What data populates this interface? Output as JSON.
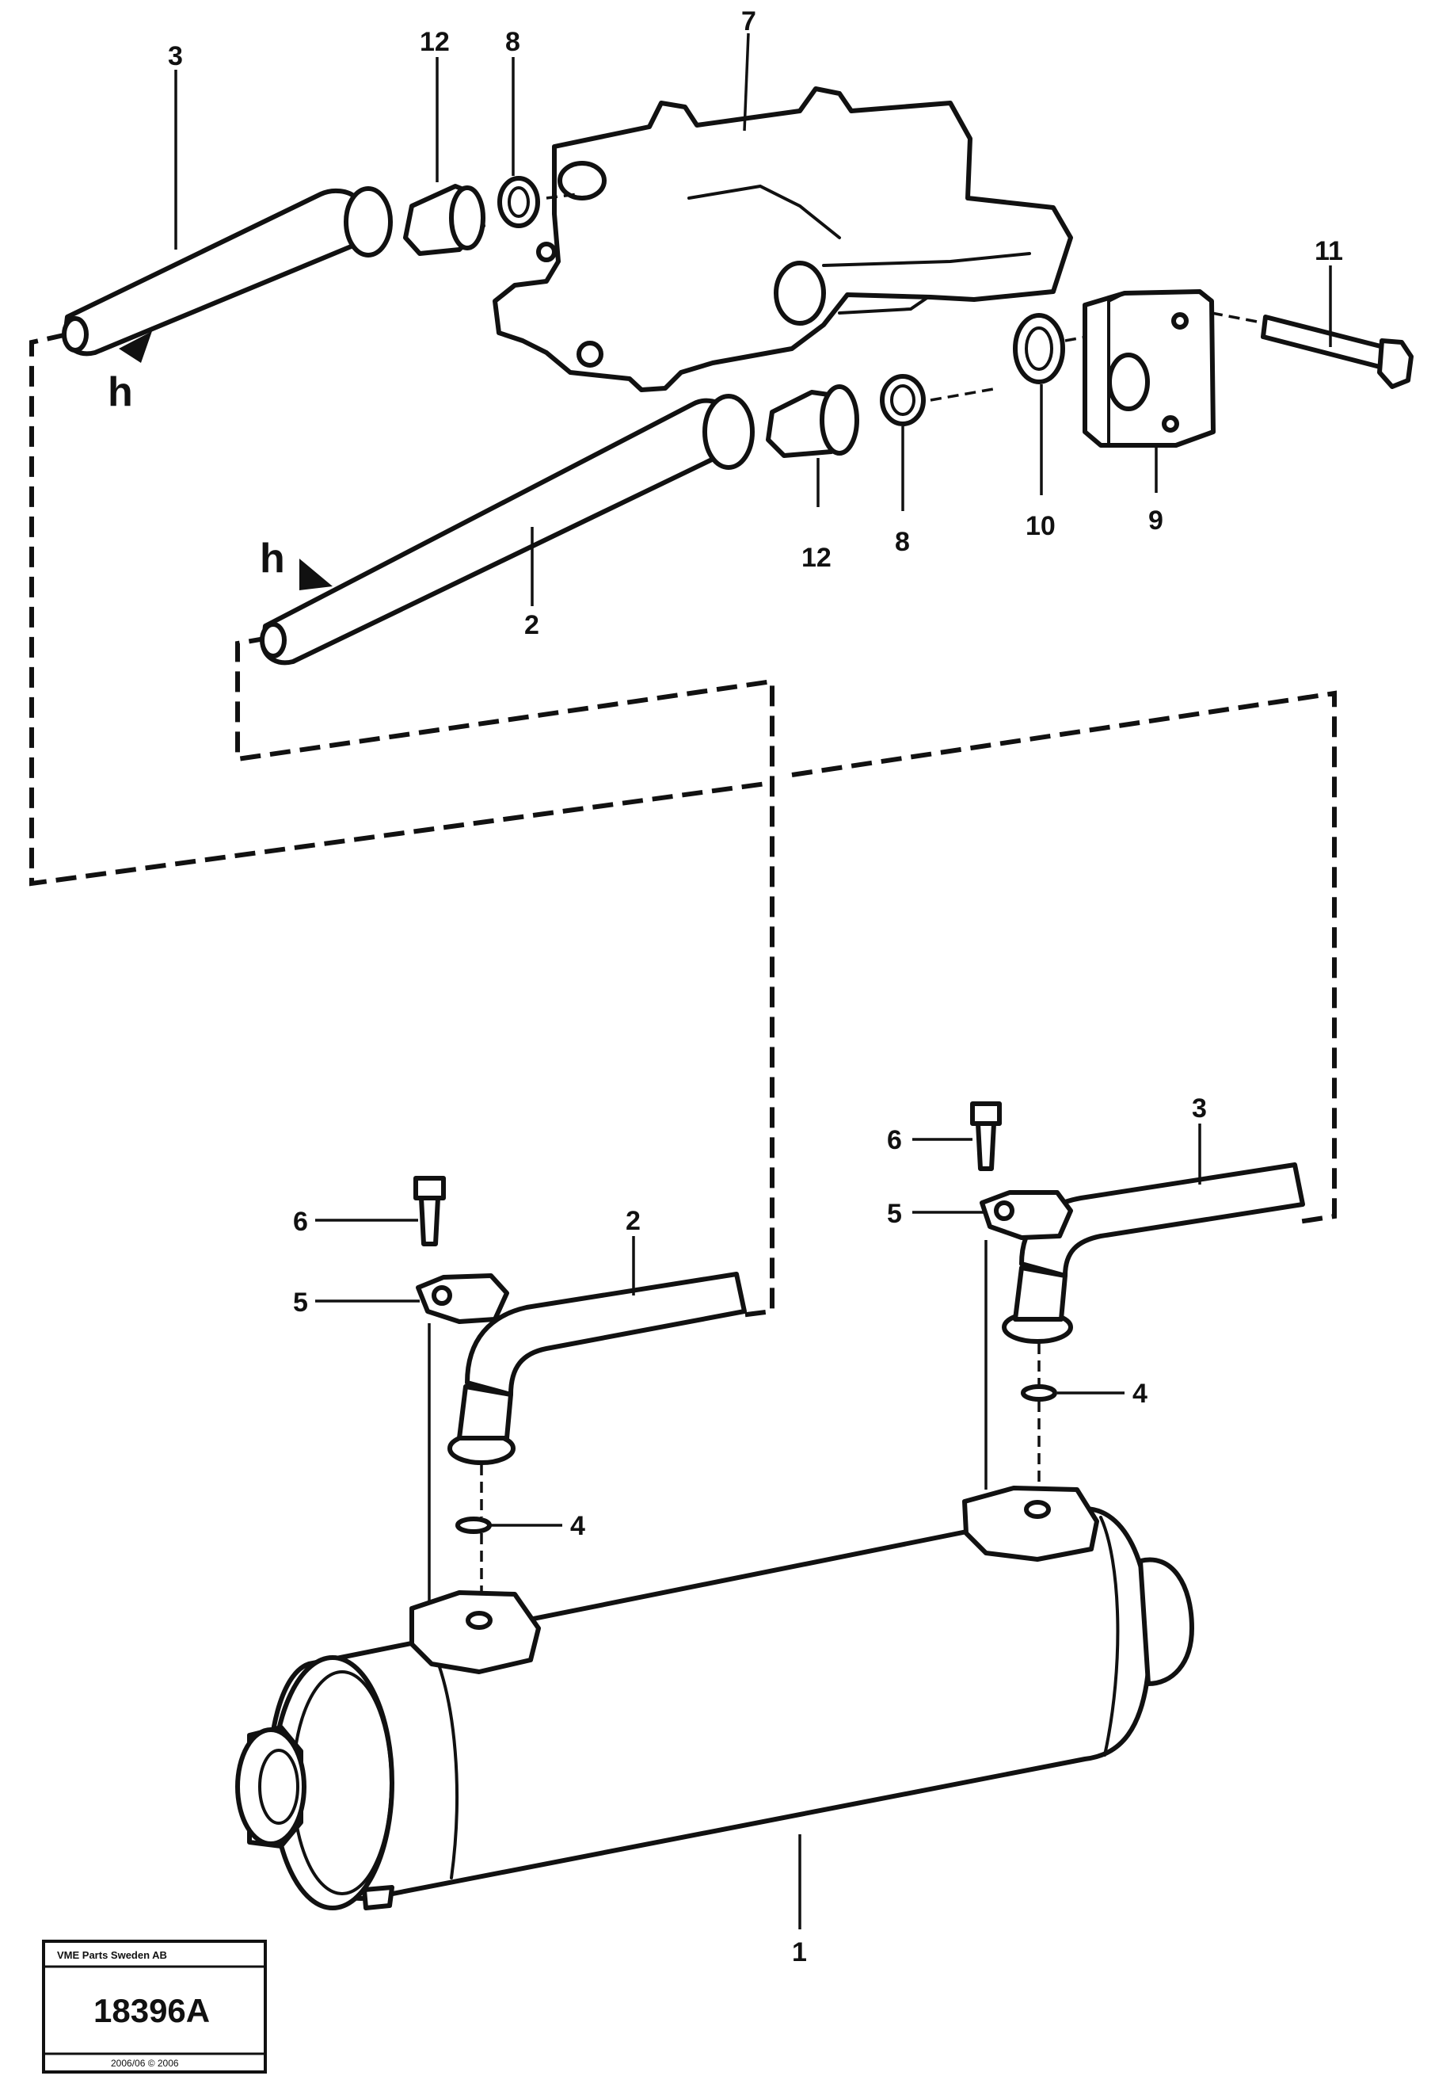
{
  "callouts": {
    "c1": "1",
    "c2_top": "2",
    "c2_bottom": "2",
    "c3_top": "3",
    "c3_bottom": "3",
    "c4_left": "4",
    "c4_right": "4",
    "c5_left": "5",
    "c5_right": "5",
    "c6_left": "6",
    "c6_right": "6",
    "c7": "7",
    "c8_top": "8",
    "c8_bottom": "8",
    "c9": "9",
    "c10": "10",
    "c11": "11",
    "c12_top": "12",
    "c12_bottom": "12"
  },
  "markers": {
    "h_upper": "h",
    "h_lower": "h"
  },
  "stamp": {
    "header": "VME Parts Sweden AB",
    "number": "18396A",
    "footer": "2006/06  © 2006"
  }
}
